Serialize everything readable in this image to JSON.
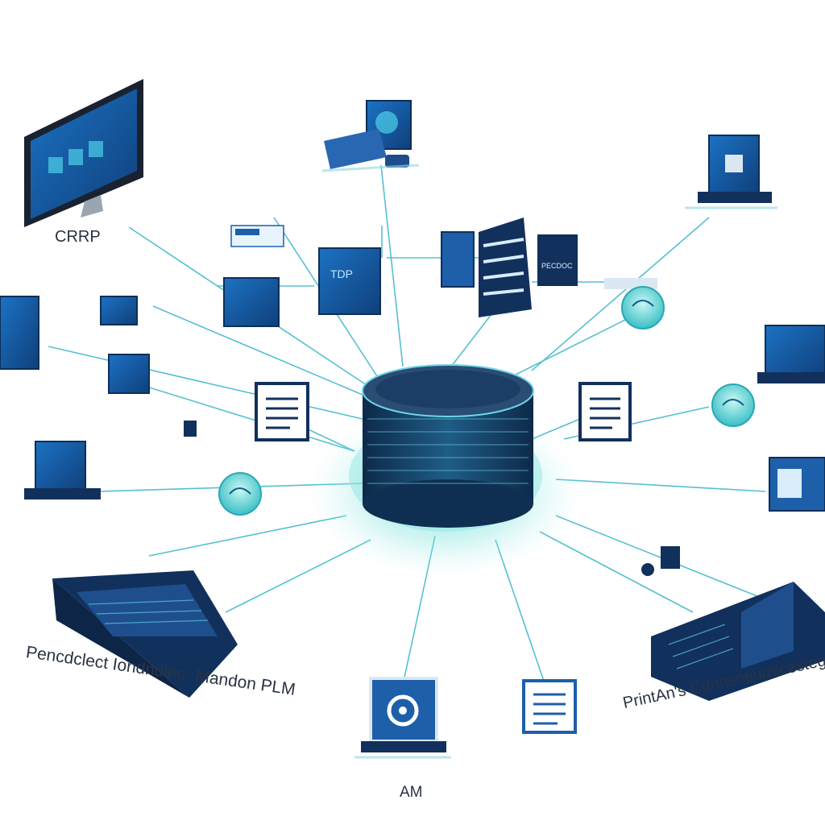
{
  "labels": {
    "crrp": "CRRP",
    "plm": "Pencdclect Iondndiec- Mandon PLM",
    "am": "AM",
    "pc": "PrintAn's Cdnnsneurnicesteg"
  },
  "screen_texts": {
    "data_panel": "PECDOC",
    "tdp_panel": "TDP"
  },
  "colors": {
    "link": "#38b6c8",
    "hub_glow": "#4fd6cf",
    "dark_navy": "#12305c",
    "device_blue": "#1d5fa8",
    "screen_blue": "#1c72c4",
    "node_blue": "#1e63b0"
  }
}
